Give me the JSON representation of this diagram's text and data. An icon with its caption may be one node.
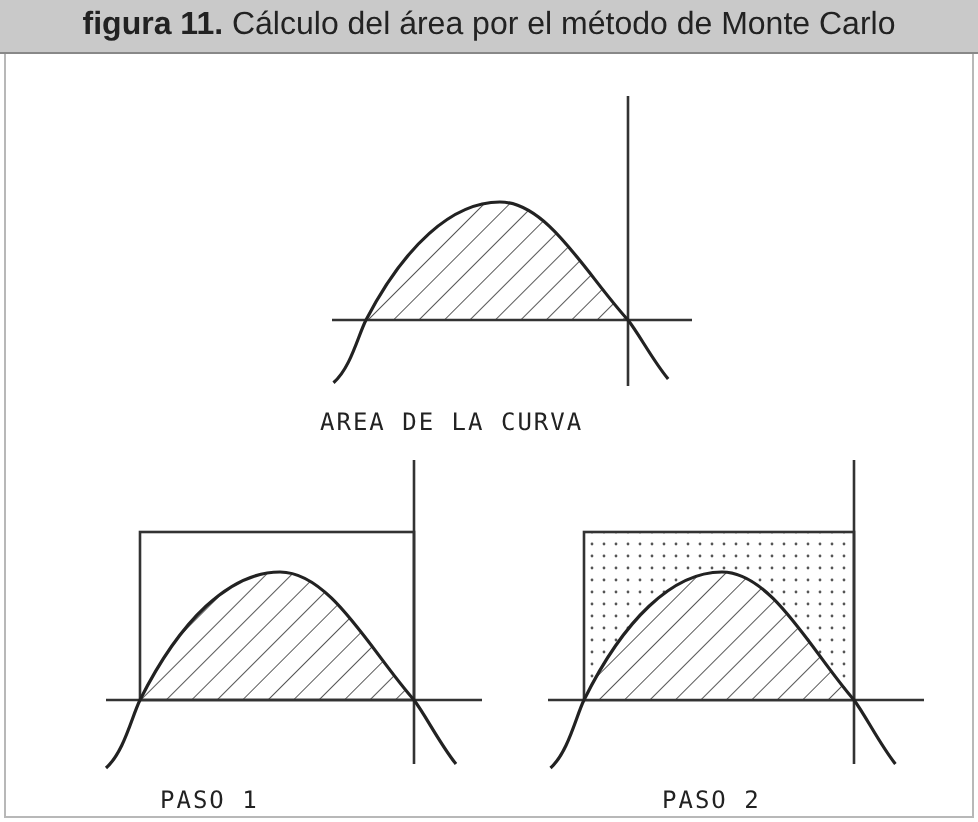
{
  "diagram": {
    "title": "**figura 11.** Cálculo del área por el método de Monte Carlo",
    "labels": [
      "AREA DE LA CURVA",
      "PASO 1",
      "PASO 2"
    ]
  }
}
